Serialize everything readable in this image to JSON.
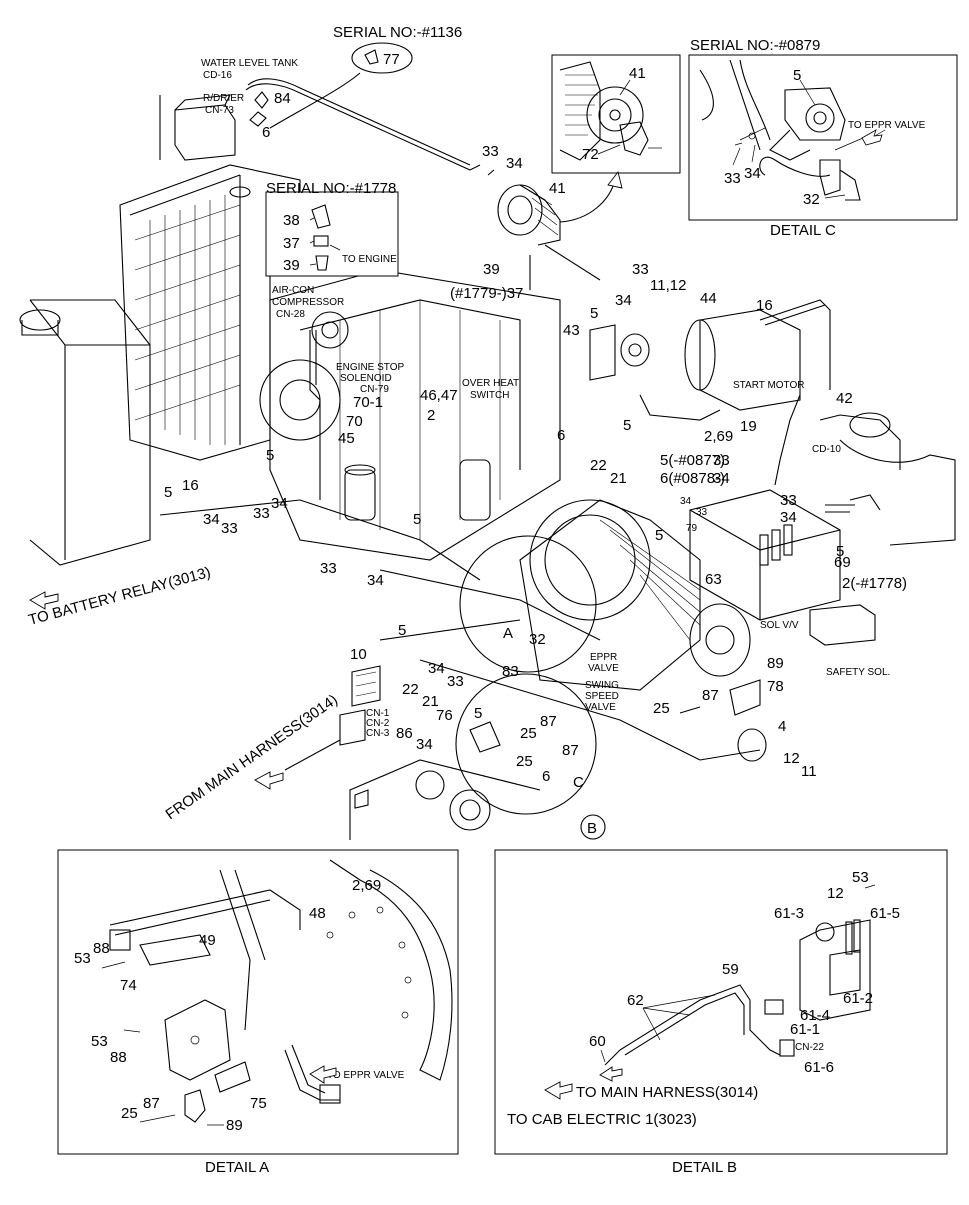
{
  "serial_labels": {
    "s1136": "SERIAL NO:-#1136",
    "s1778": "SERIAL NO:-#1778",
    "s0879": "SERIAL NO:-#0879"
  },
  "notes": {
    "water_level_tank": "WATER LEVEL TANK",
    "cd16": "CD-16",
    "rdrier": "R/DRIER",
    "cn73": "CN-73",
    "to_engine": "TO ENGINE",
    "aircon": "AIR-CON",
    "compressor": "COMPRESSOR",
    "cn28": "CN-28",
    "engine_stop": "ENGINE STOP",
    "solenoid": "SOLENOID",
    "cn79": "CN-79",
    "over_heat": "OVER HEAT",
    "switch": "SWITCH",
    "start_motor": "START MOTOR",
    "cd10": "CD-10",
    "to_eppr_valve_c": "TO EPPR VALVE",
    "sol_vv": "SOL V/V",
    "safety_sol": "SAFETY SOL.",
    "eppr": "EPPR",
    "valve": "VALVE",
    "swing": "SWING",
    "speed": "SPEED",
    "valve2": "VALVE",
    "to_battery_relay": "TO BATTERY RELAY(3013)",
    "from_main_harness": "FROM MAIN HARNESS(3014)",
    "cn1": "CN-1",
    "cn2": "CN-2",
    "cn3": "CN-3",
    "a": "A",
    "c": "C",
    "b": "B",
    "to_eppr_valve_a": "TO  EPPR VALVE",
    "cn22": "CN-22",
    "to_main_harness_b": "TO  MAIN HARNESS(3014)",
    "to_cab_electric": "TO  CAB ELECTRIC 1(3023)"
  },
  "details": {
    "a": "DETAIL A",
    "b": "DETAIL B",
    "c": "DETAIL C"
  },
  "callouts": {
    "n77": "77",
    "n84": "84",
    "n6a": "6",
    "n41a": "41",
    "n72": "72",
    "n33a": "33",
    "n34a": "34",
    "n41b": "41",
    "n38": "38",
    "n37": "37",
    "n39a": "39",
    "n5c": "5",
    "n33c": "33",
    "n34c": "34",
    "n32c": "32",
    "n39b": "39",
    "n1779": "(#1779-)37",
    "n33b": "33",
    "n34b": "34",
    "n1112": "11,12",
    "n44": "44",
    "n16a": "16",
    "n5a": "5",
    "n43": "43",
    "n5b": "5",
    "n4647": "46,47",
    "n2a": "2",
    "n701": "70-1",
    "n70": "70",
    "n45": "45",
    "n42": "42",
    "n269a": "2,69",
    "n19": "19",
    "n6b": "6",
    "n22a": "22",
    "n21a": "21",
    "n50877": "5(-#0877)",
    "n60878": "6(#0878-)",
    "n33d": "33",
    "n34d": "34",
    "n33e": "33",
    "n34e": "34",
    "n79": "79",
    "n33f": "33",
    "n5d": "5",
    "n5e": "5",
    "n69": "69",
    "n21778": "2(-#1778)",
    "n63": "63",
    "n5f": "5",
    "n16b": "16",
    "n34f": "34",
    "n33g": "33",
    "n5g": "5",
    "n33h": "33",
    "n34g": "34",
    "n5h": "5",
    "n33i": "33",
    "n34h": "34",
    "n5i": "5",
    "n34i": "34",
    "n33j": "33",
    "n10": "10",
    "n22b": "22",
    "n21b": "21",
    "n86": "86",
    "n34j": "34",
    "n76": "76",
    "n32a": "32",
    "n83": "83",
    "n5j": "5",
    "n87a": "87",
    "n25a": "25",
    "n25b": "25",
    "n87b": "87",
    "n6c": "6",
    "n89a": "89",
    "n78": "78",
    "n87c": "87",
    "n25c": "25",
    "n4": "4",
    "n12a": "12",
    "n11": "11",
    "n269b": "2,69",
    "n48": "48",
    "n49": "49",
    "n88a": "88",
    "n53a": "53",
    "n74": "74",
    "n53b": "53",
    "n88b": "88",
    "n75": "75",
    "n25d": "25",
    "n87d": "87",
    "n89b": "89",
    "n53c": "53",
    "n12b": "12",
    "n613": "61-3",
    "n615": "61-5",
    "n59": "59",
    "n62": "62",
    "n612": "61-2",
    "n614": "61-4",
    "n611": "61-1",
    "n60": "60",
    "n616": "61-6"
  }
}
